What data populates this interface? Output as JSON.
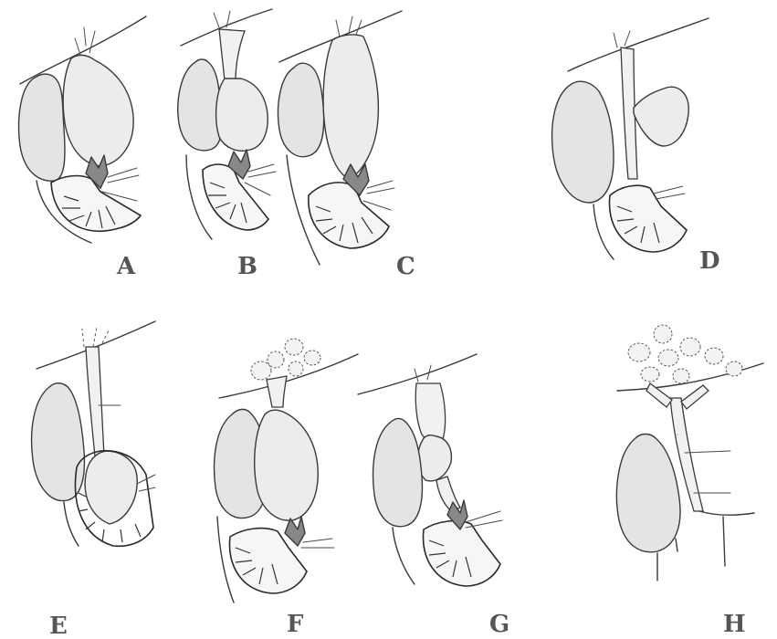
{
  "figure": {
    "panels": [
      {
        "id": "A",
        "label": "A"
      },
      {
        "id": "B",
        "label": "B"
      },
      {
        "id": "C",
        "label": "C"
      },
      {
        "id": "D",
        "label": "D"
      },
      {
        "id": "E",
        "label": "E"
      },
      {
        "id": "F",
        "label": "F"
      },
      {
        "id": "G",
        "label": "G"
      },
      {
        "id": "H",
        "label": "H"
      }
    ]
  }
}
